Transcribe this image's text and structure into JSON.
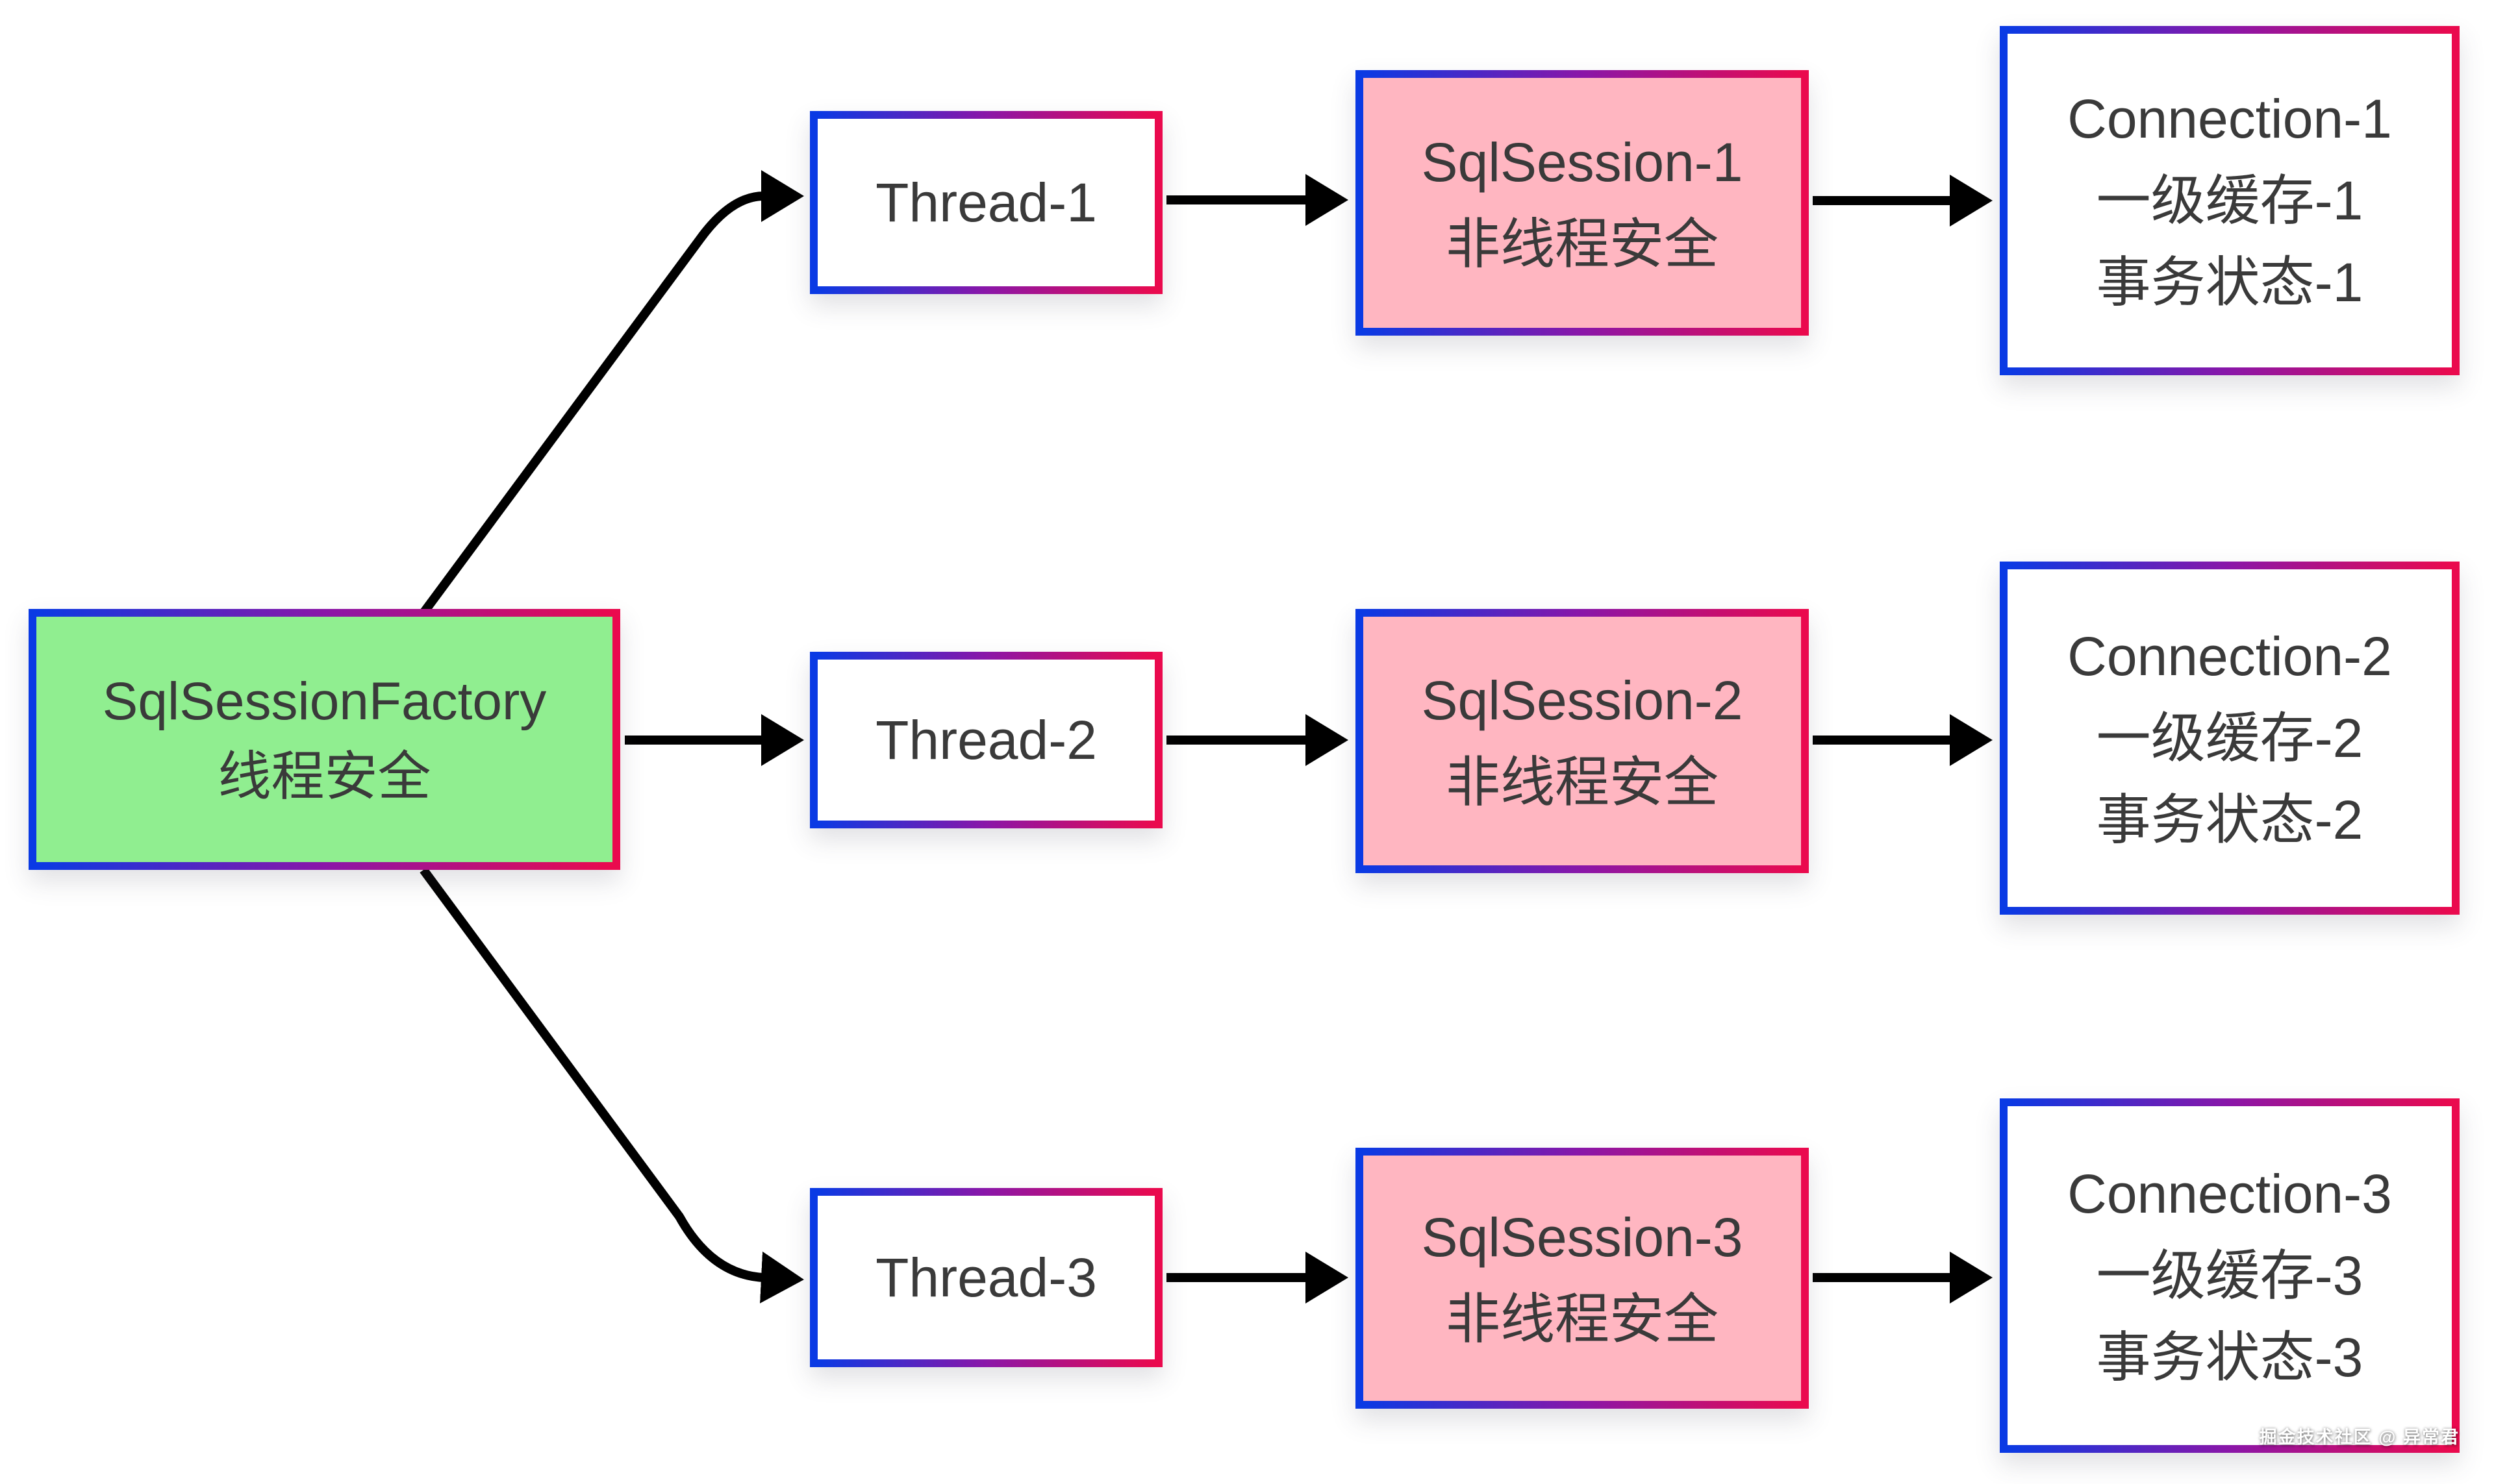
{
  "diagram": {
    "factory": {
      "title": "SqlSessionFactory",
      "subtitle": "线程安全"
    },
    "threads": [
      {
        "label": "Thread-1"
      },
      {
        "label": "Thread-2"
      },
      {
        "label": "Thread-3"
      }
    ],
    "sessions": [
      {
        "title": "SqlSession-1",
        "subtitle": "非线程安全"
      },
      {
        "title": "SqlSession-2",
        "subtitle": "非线程安全"
      },
      {
        "title": "SqlSession-3",
        "subtitle": "非线程安全"
      }
    ],
    "connections": [
      {
        "lines": [
          "Connection-1",
          "一级缓存-1",
          "事务状态-1"
        ]
      },
      {
        "lines": [
          "Connection-2",
          "一级缓存-2",
          "事务状态-2"
        ]
      },
      {
        "lines": [
          "Connection-3",
          "一级缓存-3",
          "事务状态-3"
        ]
      }
    ],
    "watermark": "掘金技术社区 @ 异常君",
    "colors": {
      "border_gradient_start": "#0a3ae4",
      "border_gradient_mid": "#8a16a8",
      "border_gradient_end": "#ea0a4e",
      "factory_fill": "#90ee90",
      "session_fill": "#ffb6c1",
      "connection_fill": "#ffffff",
      "thread_fill": "#ffffff",
      "arrow": "#000000",
      "text": "#3a3a3a",
      "watermark_text": "#ffffff"
    }
  }
}
